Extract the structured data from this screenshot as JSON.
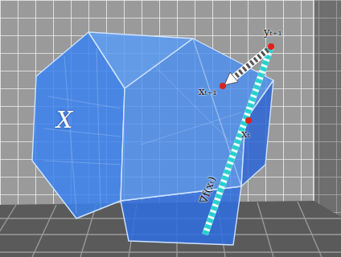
{
  "diagram": {
    "labels": [
      "X",
      "yₜ₊₁",
      "xₜ₊₁",
      "xₜ",
      "∇f(xₜ)"
    ]
  }
}
